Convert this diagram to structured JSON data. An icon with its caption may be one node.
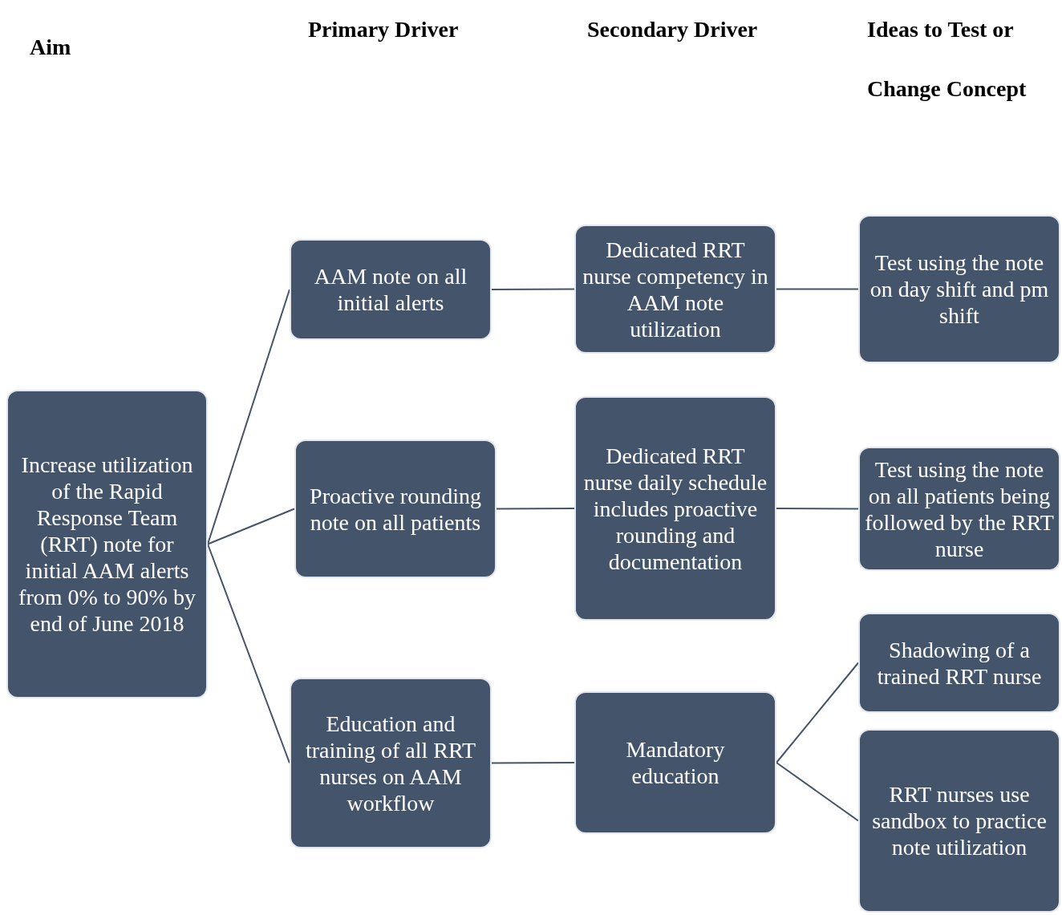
{
  "diagram": {
    "nodes": [
      {
        "text": [
          "Increase utilization of the Rapid Response Team (RRT) note for initial AAM alerts from 0% to 90% by end of June 2018"
        ]
      },
      {
        "text": [
          "AAM note on all initial alerts"
        ]
      },
      {
        "text": [
          "Proactive rounding note on all patients"
        ]
      },
      {
        "text": [
          "Education and training of all RRT nurses on AAM workflow"
        ]
      },
      {
        "text": [
          "Dedicated RRT nurse competency in AAM note utilization"
        ]
      },
      {
        "text": [
          "Dedicated RRT nurse daily schedule includes proactive rounding and documentation"
        ]
      },
      {
        "text": [
          "Mandatory education"
        ]
      },
      {
        "text": [
          "Test using the note on day shift and pm shift"
        ]
      },
      {
        "text": [
          "Test using the note on all patients being followed by the RRT nurse"
        ]
      },
      {
        "text": [
          "Shadowing of a trained RRT nurse"
        ]
      },
      {
        "text": [
          "RRT nurses use sandbox to practice note utilization"
        ]
      }
    ],
    "edges": [
      {
        "from": 0,
        "to": 1,
        "arrow": "none"
      },
      {
        "from": 0,
        "to": 2,
        "arrow": "none"
      },
      {
        "from": 0,
        "to": 3,
        "arrow": "none"
      },
      {
        "from": 1,
        "to": 4,
        "arrow": "none"
      },
      {
        "from": 2,
        "to": 5,
        "arrow": "none"
      },
      {
        "from": 3,
        "to": 6,
        "arrow": "none"
      },
      {
        "from": 4,
        "to": 7,
        "arrow": "none"
      },
      {
        "from": 5,
        "to": 8,
        "arrow": "none"
      },
      {
        "from": 6,
        "to": 9,
        "arrow": "none"
      },
      {
        "from": 6,
        "to": 10,
        "arrow": "none"
      }
    ],
    "labels": [
      "Aim",
      "Primary Driver",
      "Secondary Driver",
      "Ideas to Test or Change Concept"
    ]
  }
}
